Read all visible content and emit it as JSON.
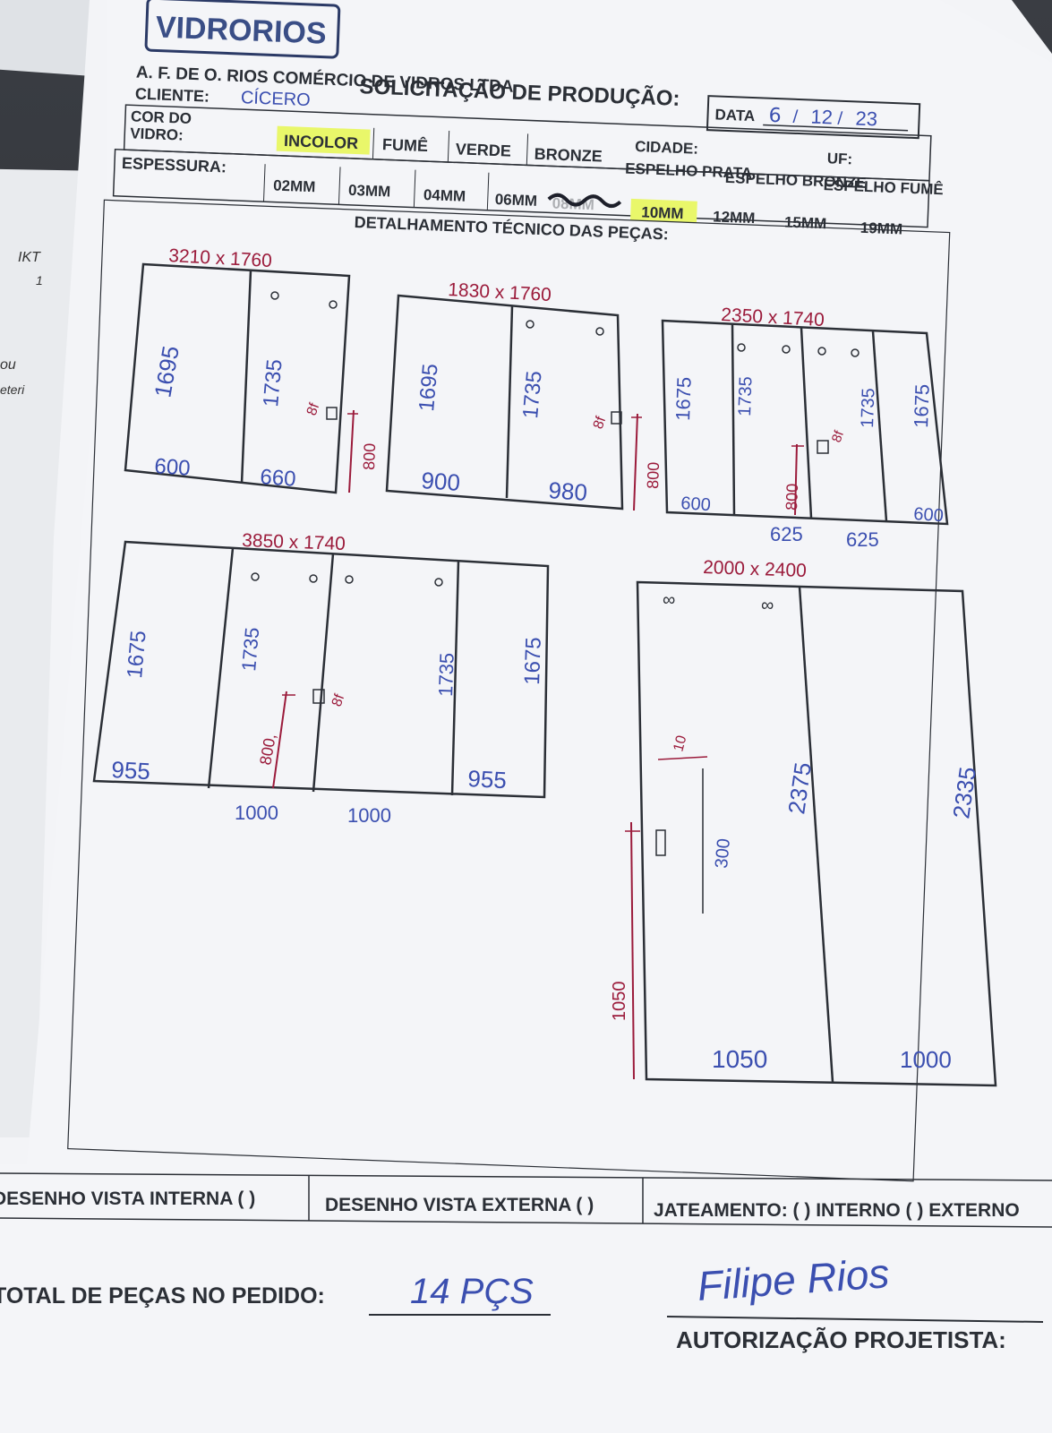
{
  "brand": {
    "logo_text": "VIDRORIOS"
  },
  "header": {
    "company": "A. F. DE O. RIOS COMÉRCIO DE VIDROS LTDA",
    "title": "SOLICITAÇÃO DE PRODUÇÃO:",
    "date_label": "DATA",
    "date_day": "6",
    "date_month": "12",
    "date_year": "23",
    "client_label": "CLIENTE:",
    "client_value": "CÍCERO",
    "city_label": "CIDADE:",
    "uf_label": "UF:"
  },
  "glass_color": {
    "label_line1": "COR DO",
    "label_line2": "VIDRO:",
    "options": [
      "INCOLOR",
      "FUMÊ",
      "VERDE",
      "BRONZE",
      "ESPELHO PRATA",
      "ESPELHO BRONZE",
      "ESPELHO FUMÊ"
    ],
    "selected": "INCOLOR",
    "highlight_color": "#e9f76a"
  },
  "thickness": {
    "label": "ESPESSURA:",
    "options": [
      "02MM",
      "03MM",
      "04MM",
      "06MM",
      "08MM",
      "10MM",
      "12MM",
      "15MM",
      "19MM"
    ],
    "selected": "10MM"
  },
  "section_title": "DETALHAMENTO TÉCNICO DAS PEÇAS:",
  "drawings": [
    {
      "title": "3210 x 1760",
      "heights": [
        "1695",
        "1735"
      ],
      "widths": [
        "600",
        "660"
      ],
      "handle_height": "800",
      "note": "8f"
    },
    {
      "title": "1830 x 1760",
      "heights": [
        "1695",
        "1735"
      ],
      "widths": [
        "900",
        "980"
      ],
      "handle_height": "800",
      "note": "8f"
    },
    {
      "title": "2350 x 1740",
      "heights": [
        "1675",
        "1735",
        "1735",
        "1675"
      ],
      "widths": [
        "600",
        "625",
        "625",
        "600"
      ],
      "handle_height": "800",
      "note": "8f"
    },
    {
      "title": "3850 x 1740",
      "heights": [
        "1675",
        "1735",
        "1735",
        "1675"
      ],
      "widths": [
        "955",
        "1000",
        "1000",
        "955"
      ],
      "handle_height": "800,",
      "note": "8f"
    },
    {
      "title": "2000 x 2400",
      "heights": [
        "2375",
        "2335"
      ],
      "widths": [
        "1050",
        "1000"
      ],
      "dims": [
        "10",
        "300",
        "1050"
      ]
    }
  ],
  "footer": {
    "internal_view": "DESENHO VISTA INTERNA ( )",
    "external_view": "DESENHO VISTA EXTERNA ( )",
    "sandblasting": "JATEAMENTO: ( ) INTERNO ( ) EXTERNO",
    "total_label": "TOTAL DE PEÇAS NO PEDIDO:",
    "total_value": "14 PÇS",
    "signature_text": "Filipe Rios",
    "authorization_label": "AUTORIZAÇÃO PROJETISTA:"
  },
  "margin_notes": [
    "IKT",
    "1",
    "ou",
    "eteri"
  ],
  "colors": {
    "paper": "#f4f5f8",
    "ink_blue": "#3b4fb0",
    "ink_red": "#9b1b3b",
    "print": "#2b2f36"
  }
}
